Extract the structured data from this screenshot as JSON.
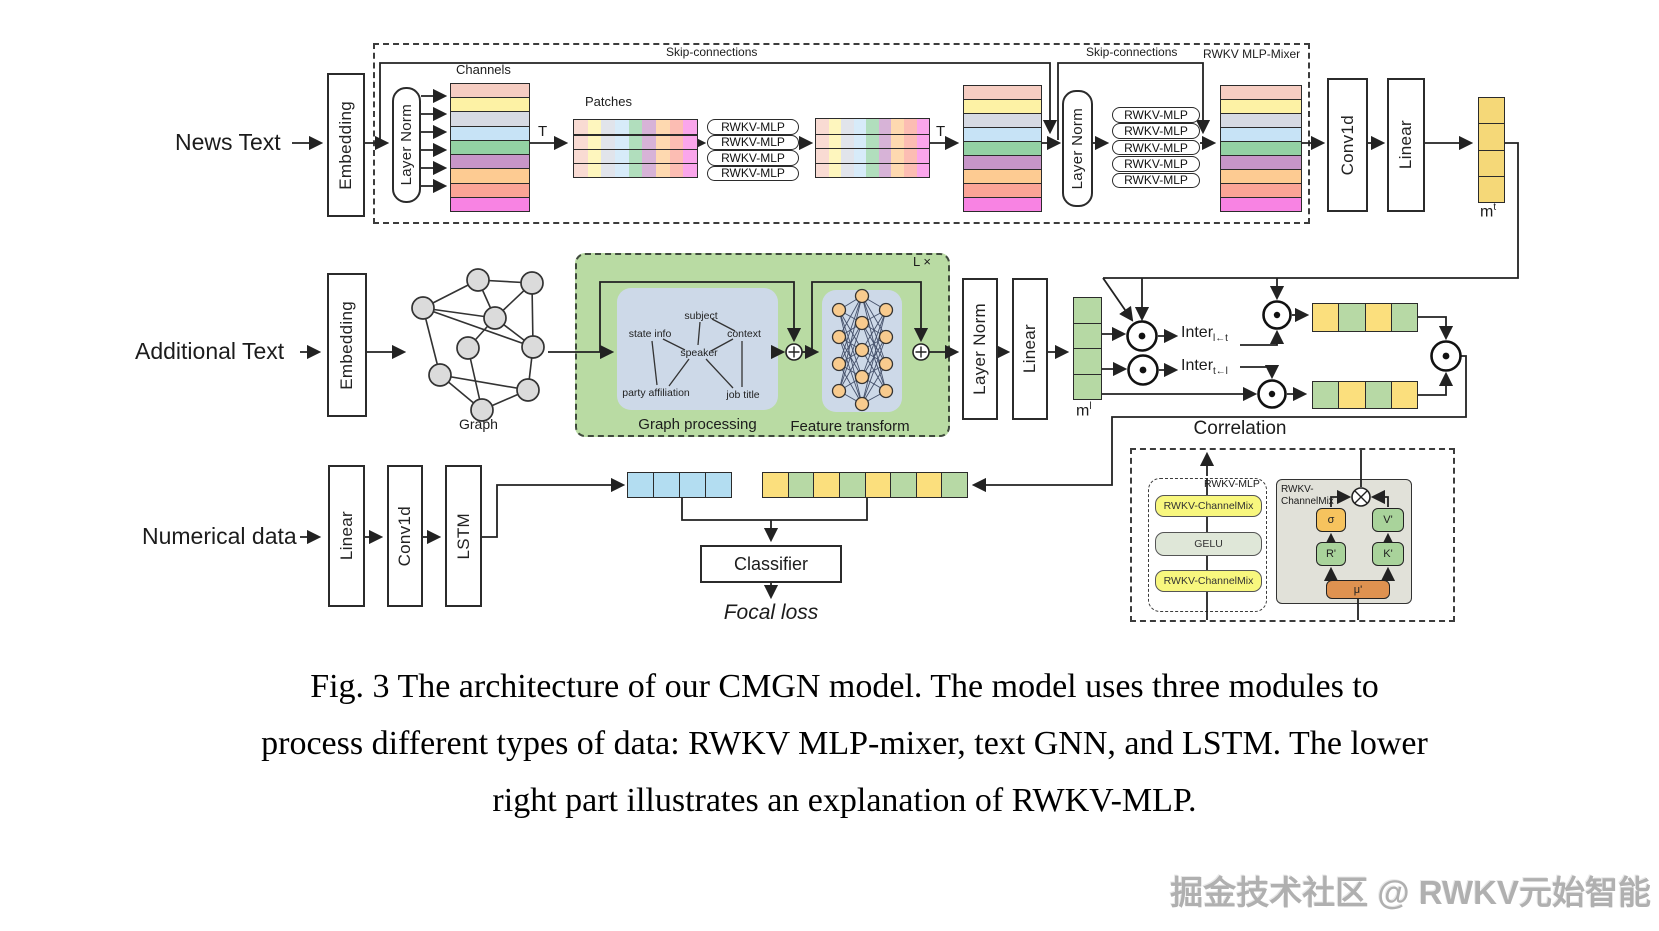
{
  "diagram": {
    "skip1": "Skip-connections",
    "skip2": "Skip-connections",
    "mixer": "RWKV MLP-Mixer",
    "news": {
      "input": "News Text",
      "embedding": "Embedding",
      "layer_norm1": "Layer Norm",
      "channels": "Channels",
      "t1": "T",
      "patches": "Patches",
      "rwkv_mlp": "RWKV-MLP",
      "t2": "T",
      "layer_norm2": "Layer Norm",
      "conv1d": "Conv1d",
      "linear": "Linear",
      "out_base": "m",
      "out_sup": "t"
    },
    "additional": {
      "input": "Additional Text",
      "embedding": "Embedding",
      "graph": "Graph",
      "l_times": "L ×",
      "graph_processing_title": "Graph processing",
      "gp_nodes": [
        "subject",
        "state info",
        "context",
        "speaker",
        "party affiliation",
        "job title"
      ],
      "feature_transform": "Feature transform",
      "layer_norm": "Layer Norm",
      "linear": "Linear",
      "out_base": "m",
      "out_sup": "l",
      "inter1_base": "Inter",
      "inter1_sub": "l←t",
      "inter2_base": "Inter",
      "inter2_sub": "t←l"
    },
    "numerical": {
      "input": "Numerical data",
      "linear": "Linear",
      "conv1d": "Conv1d",
      "lstm": "LSTM",
      "classifier": "Classifier",
      "loss": "Focal loss"
    },
    "correlation": {
      "title": "Correlation",
      "mlp_label": "RWKV-MLP",
      "channelmix_top": "RWKV-ChannelMix",
      "gelu": "GELU",
      "channelmix_bottom": "RWKV-ChannelMix",
      "right_label1": "RWKV-",
      "right_label2": "ChannelMix",
      "sigma": "σ",
      "v": "V'",
      "r": "R'",
      "k": "K'",
      "mu": "μ'"
    },
    "palette": {
      "channels": [
        "#f6cdc2",
        "#fdf2a5",
        "#d6dae3",
        "#c7e3f6",
        "#93d1a4",
        "#c795c8",
        "#fdcb92",
        "#fba496",
        "#f883e3"
      ],
      "mt": [
        "#f5d878",
        "#f5d878",
        "#f5d878",
        "#f5d878"
      ],
      "ml": [
        "#b6d9a4",
        "#b6d9a4",
        "#b6d9a4",
        "#b6d9a4"
      ],
      "blue_strip": [
        "#b3ddf1",
        "#b3ddf1",
        "#b3ddf1",
        "#b3ddf1"
      ],
      "strip1": [
        "#fbdf7d",
        "#b7d9a5",
        "#fbdf7d",
        "#b7d9a5"
      ],
      "strip2": [
        "#b7d9a5",
        "#fbdf7d",
        "#b7d9a5",
        "#fbdf7d"
      ],
      "big_strip": [
        "#fbdf7d",
        "#b7d9a5",
        "#fbdf7d",
        "#b7d9a5",
        "#fbdf7d",
        "#b7d9a5",
        "#fbdf7d",
        "#b7d9a5"
      ]
    },
    "pills": {
      "block1": 4,
      "block2": 5
    }
  },
  "caption": {
    "line1": "Fig. 3 The architecture of our CMGN model. The model uses three modules to",
    "line2": "process different types of data: RWKV MLP-mixer, text GNN, and LSTM. The lower",
    "line3": "right part illustrates an explanation of RWKV-MLP."
  },
  "watermark": "掘金技术社区 @ RWKV元始智能"
}
